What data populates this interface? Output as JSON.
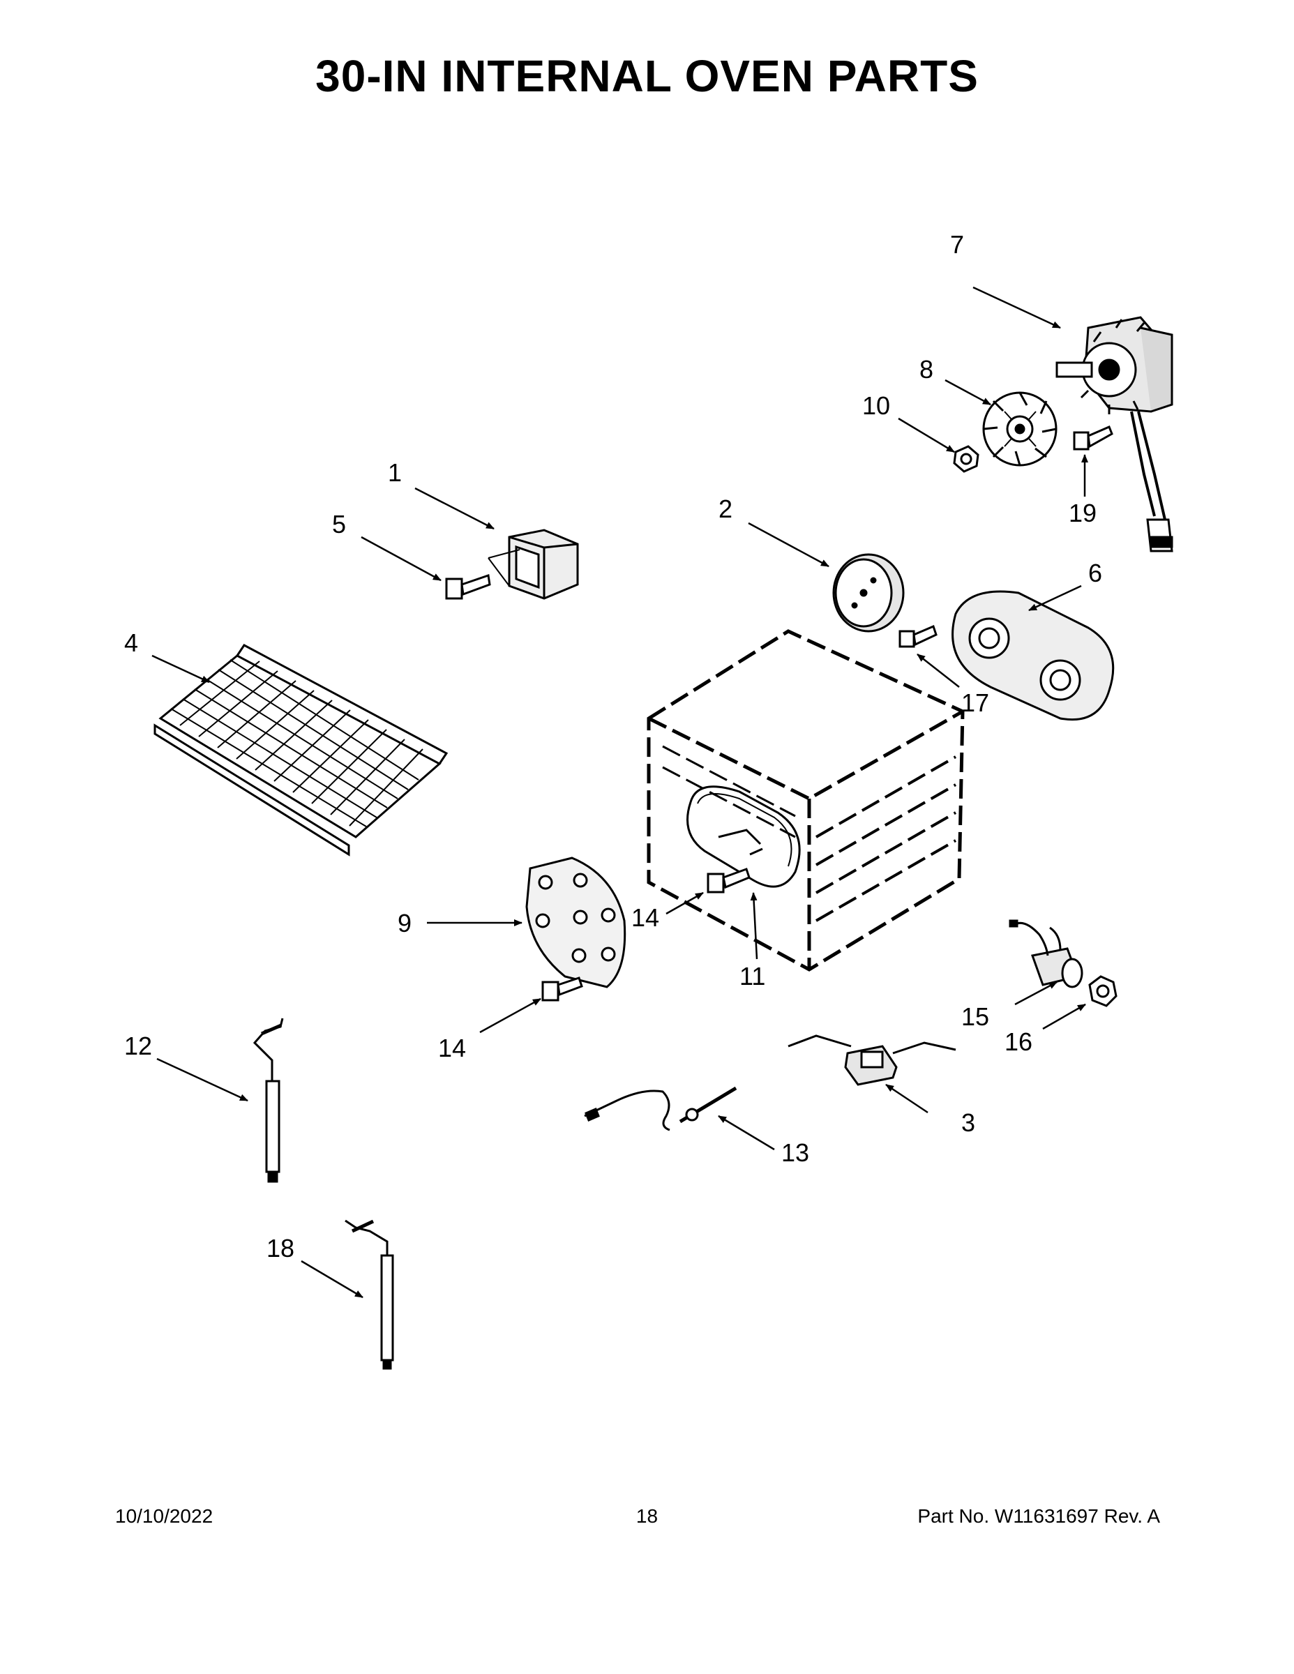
{
  "title": "30-IN INTERNAL OVEN PARTS",
  "callouts": {
    "c1": "1",
    "c2": "2",
    "c3": "3",
    "c4": "4",
    "c5": "5",
    "c6": "6",
    "c7": "7",
    "c8": "8",
    "c9": "9",
    "c10": "10",
    "c11": "11",
    "c12": "12",
    "c13": "13",
    "c14a": "14",
    "c14b": "14",
    "c15": "15",
    "c16": "16",
    "c17": "17",
    "c18": "18",
    "c19": "19"
  },
  "footer": {
    "date": "10/10/2022",
    "page": "18",
    "part": "Part No.  W11631697  Rev.  A"
  }
}
